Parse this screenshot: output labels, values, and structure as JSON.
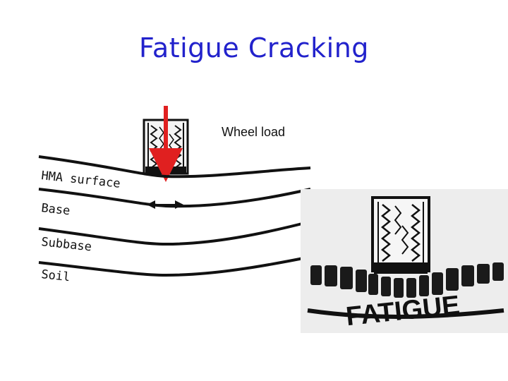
{
  "slide": {
    "title": "Fatigue Cracking"
  },
  "diagram": {
    "wheel_label": "Wheel load",
    "layers": [
      "HMA surface",
      "Base",
      "Subbase",
      "Soil"
    ],
    "colors": {
      "title": "#2222cc",
      "load_arrow": "#e02020",
      "lines": "#111111"
    }
  },
  "photo": {
    "caption": "FATIGUE"
  }
}
